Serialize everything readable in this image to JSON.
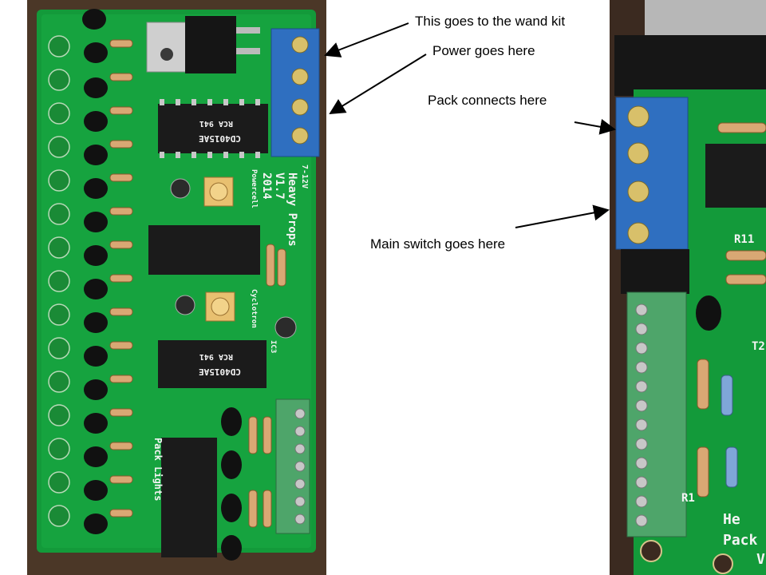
{
  "annotations": {
    "wand_kit": "This goes to the wand kit",
    "power": "Power goes here",
    "pack": "Pack connects here",
    "main_switch": "Main switch goes here"
  },
  "left_board": {
    "brand": "Heavy Props",
    "version": "V1.7",
    "year": "2014",
    "voltage": "7-12V",
    "powercell": "Powercell",
    "cyclotron": "Cyclotron",
    "board_name": "Pack Lights",
    "ic_label": "IC3",
    "chip_part": "CD4015AE",
    "chip_brand": "RCA 941"
  },
  "right_board": {
    "label_r11": "R11",
    "label_r1": "R1",
    "label_t2": "T2",
    "brand_fragment": "He",
    "board_fragment": "Pack",
    "version_fragment": "V"
  },
  "colors": {
    "pcb_green": "#139a3a",
    "terminal_blue": "#2f6fc0",
    "terminal_green": "#4ea56a",
    "chip_black": "#1b1b1b"
  }
}
